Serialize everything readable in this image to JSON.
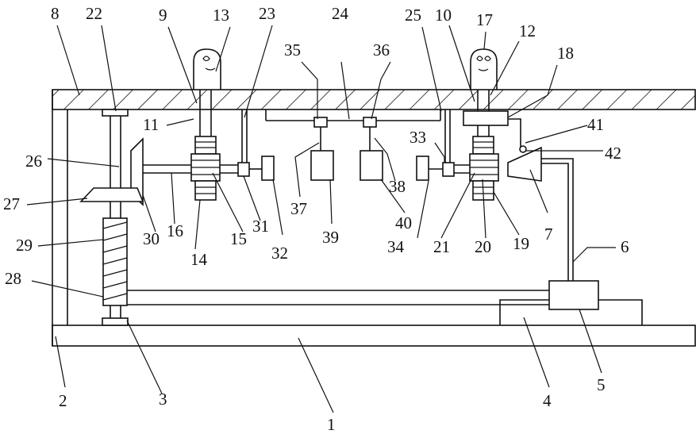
{
  "figure": {
    "labels": [
      "1",
      "2",
      "3",
      "4",
      "5",
      "6",
      "7",
      "8",
      "9",
      "10",
      "11",
      "12",
      "13",
      "14",
      "15",
      "16",
      "17",
      "18",
      "19",
      "20",
      "21",
      "22",
      "23",
      "24",
      "25",
      "26",
      "27",
      "28",
      "29",
      "30",
      "31",
      "32",
      "33",
      "34",
      "35",
      "36",
      "37",
      "38",
      "39",
      "40",
      "41",
      "42"
    ]
  },
  "colors": {
    "line": "#111111",
    "background": "#ffffff"
  }
}
